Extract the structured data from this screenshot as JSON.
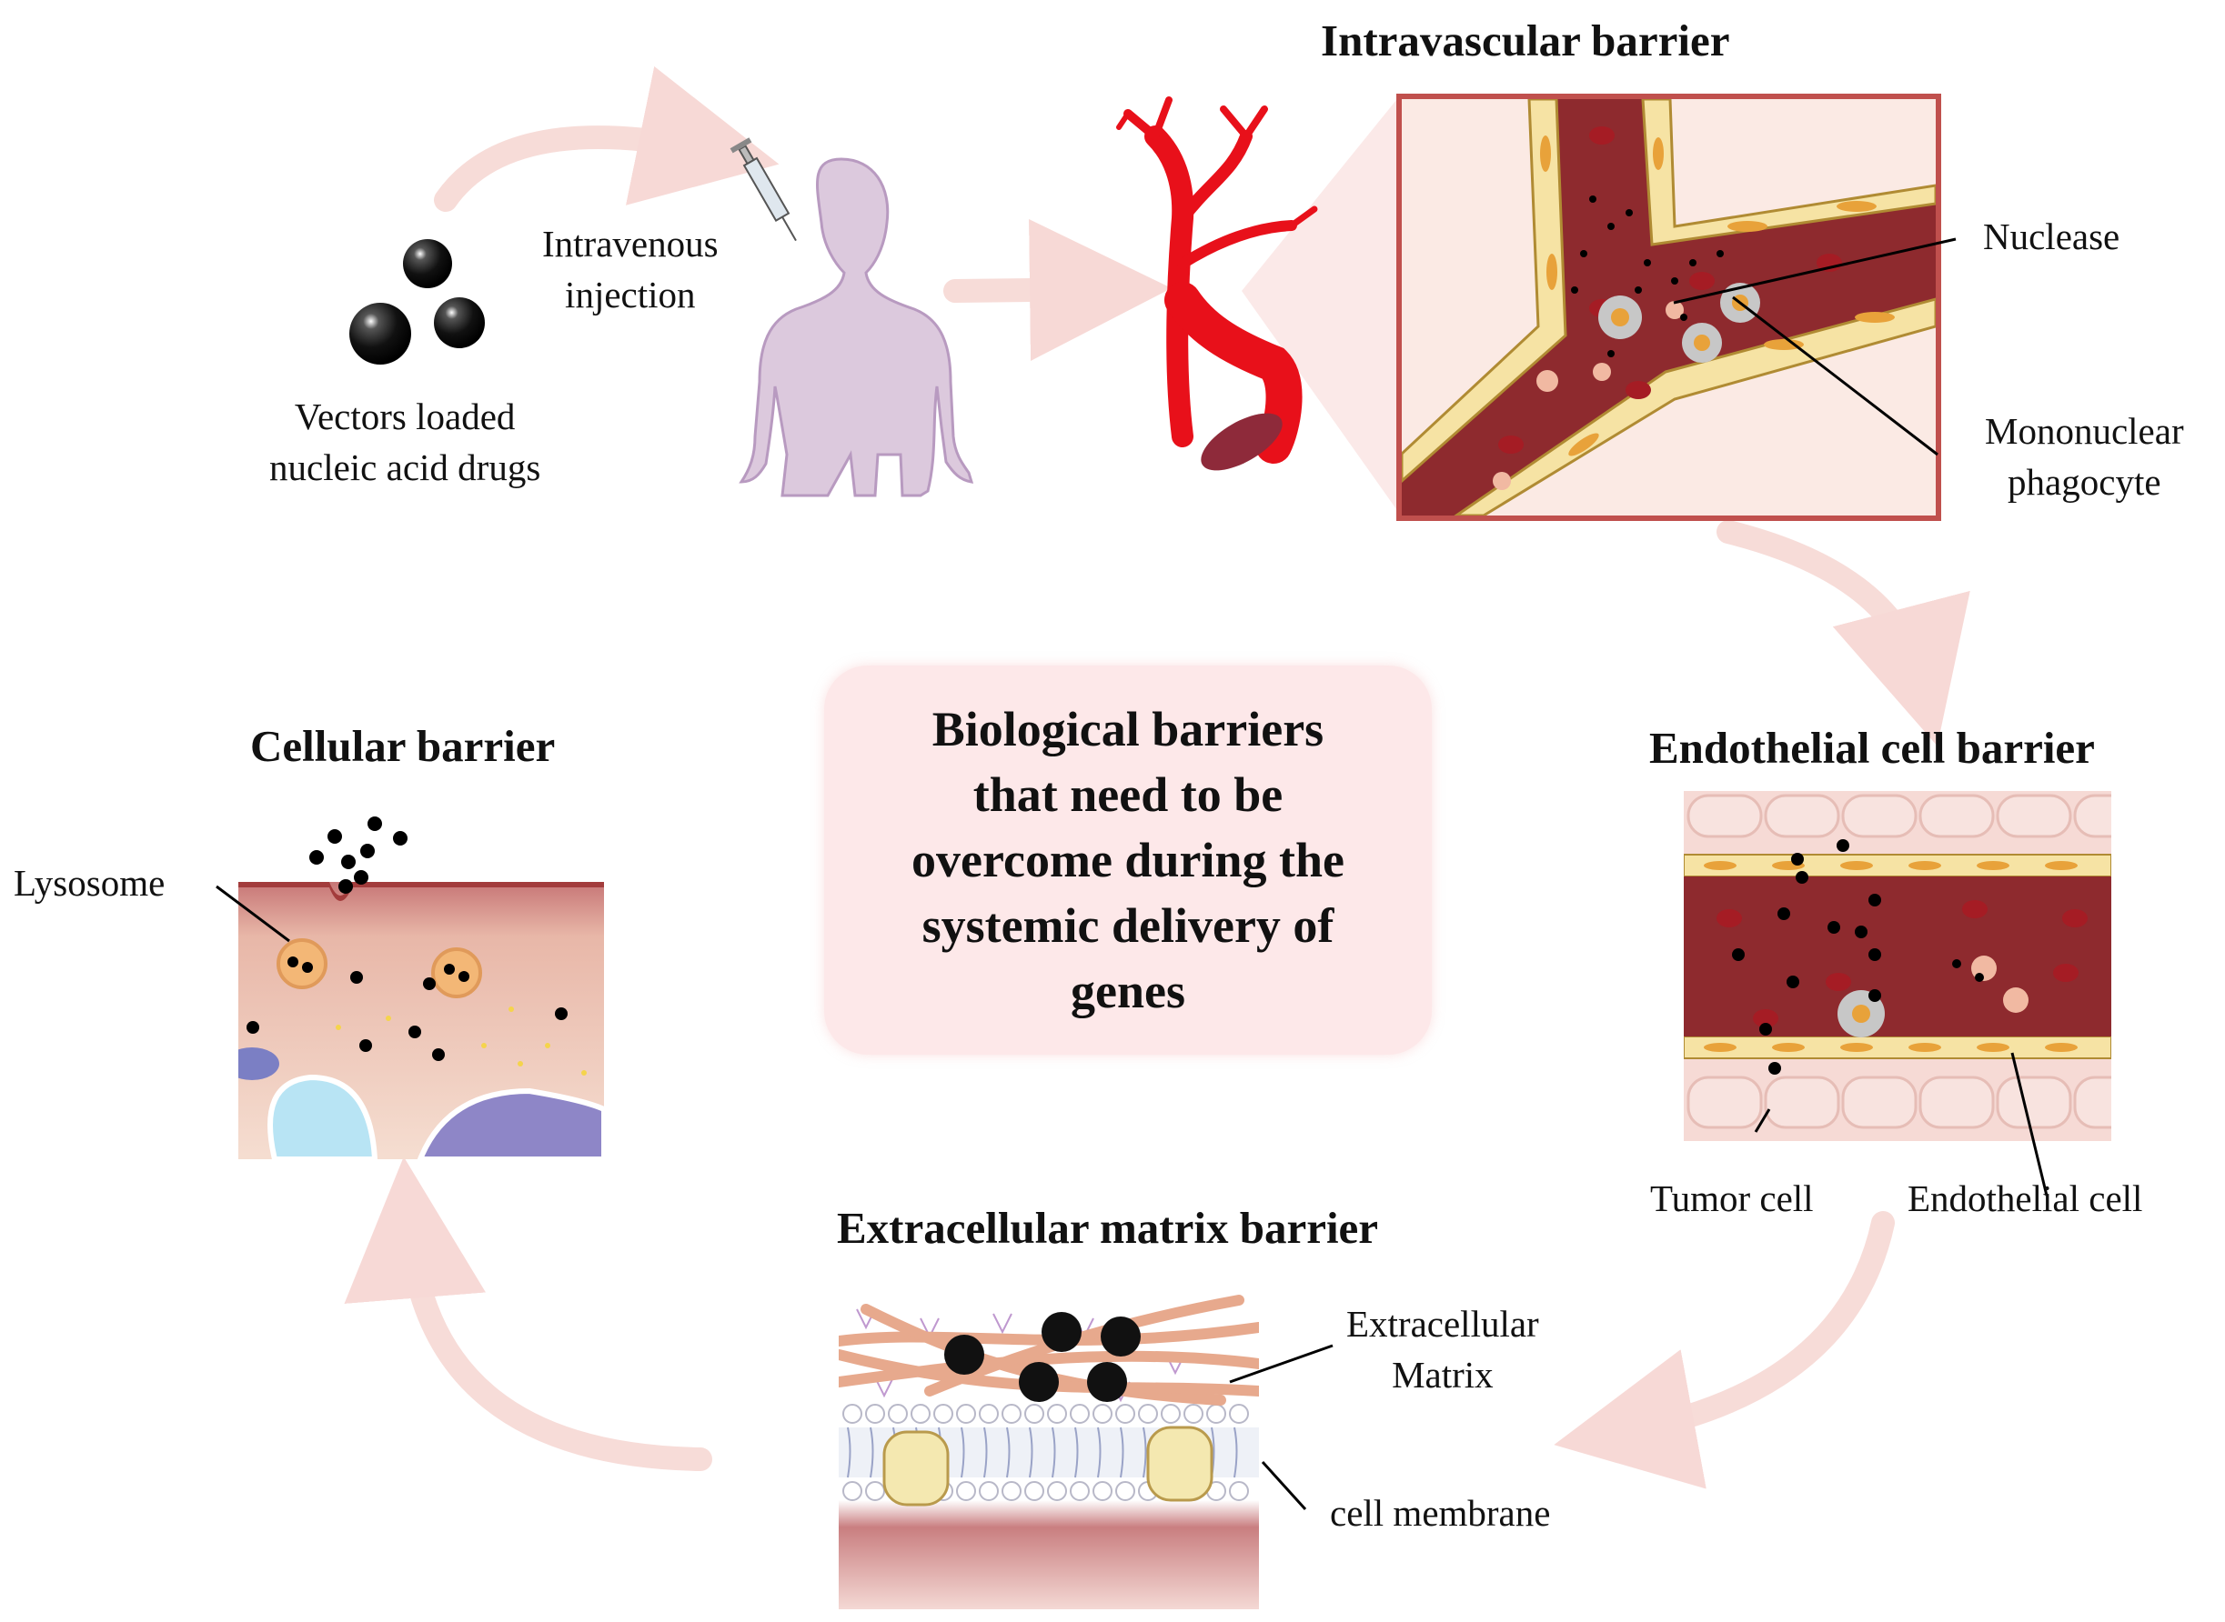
{
  "titles": {
    "intravascular": "Intravascular barrier",
    "cellular": "Cellular barrier",
    "endothelial": "Endothelial cell barrier",
    "extracellular": "Extracellular matrix barrier"
  },
  "labels": {
    "vectors": "Vectors loaded\nnucleic acid drugs",
    "injection": "Intravenous\ninjection",
    "nuclease": "Nuclease",
    "phagocyte": "Mononuclear\nphagocyte",
    "lysosome": "Lysosome",
    "tumor_cell": "Tumor cell",
    "endothelial_cell": "Endothelial cell",
    "ecm": "Extracellular\nMatrix",
    "cell_membrane": "cell membrane"
  },
  "center": {
    "text": "Biological barriers\nthat need to be\novercome during the\nsystemic delivery of\ngenes"
  },
  "colors": {
    "arrow": "#f7d9d6",
    "vessel": "#8e2a2e",
    "vessel_border": "#c0504d",
    "cell_yellow": "#f6e3a4",
    "nucleus_orange": "#e8a23a",
    "rbc": "#a51c24",
    "box_pink": "#fde8e9",
    "artery_red": "#e8101a"
  }
}
